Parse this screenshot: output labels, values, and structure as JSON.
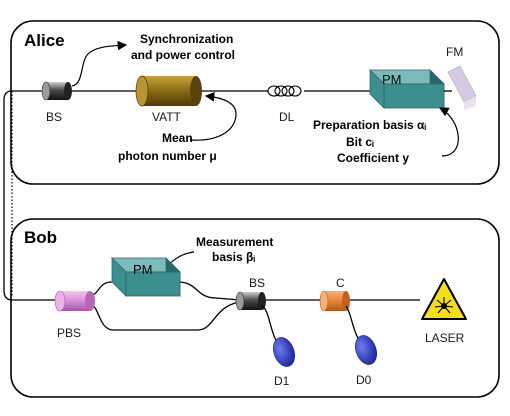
{
  "alice": {
    "title": "Alice",
    "sync_line1": "Synchronization",
    "sync_line2": "and power control",
    "fm": "FM",
    "pm": "PM",
    "bs": "BS",
    "vatt": "VATT",
    "dl": "DL",
    "mean_line1": "Mean",
    "mean_line2": "photon number μ",
    "prep_line1": "Preparation basis αᵢ",
    "prep_line2": "Bit cᵢ",
    "prep_line3": "Coefficient y"
  },
  "bob": {
    "title": "Bob",
    "meas_line1": "Measurement",
    "meas_line2": "basis βᵢ",
    "pm": "PM",
    "pbs": "PBS",
    "bs": "BS",
    "c": "C",
    "laser": "LASER",
    "d1": "D1",
    "d0": "D0"
  },
  "colors": {
    "pm": "#3d8e8e",
    "vatt": "#8a6a14",
    "pbs": "#d98ed9",
    "circulator": "#e8833a",
    "detector": "#3344cc",
    "fm": "#d7c9e4",
    "laser": "#f4dd1a"
  }
}
